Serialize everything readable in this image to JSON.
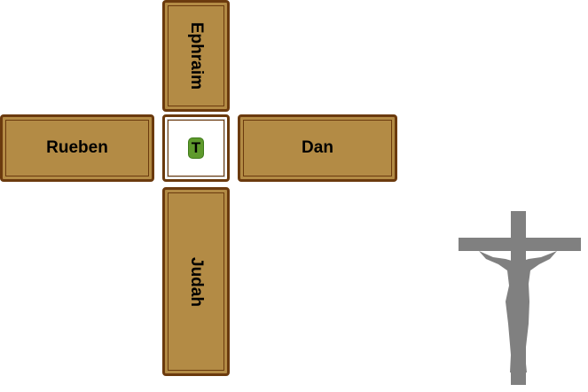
{
  "tiles": {
    "top": "Ephraim",
    "left": "Rueben",
    "center": "T",
    "right": "Dan",
    "bottom": "Judah"
  },
  "colors": {
    "tile_fill": "#b38b45",
    "tile_border": "#6b3a0e",
    "badge": "#5e9a2c",
    "crucifix": "#808080"
  }
}
